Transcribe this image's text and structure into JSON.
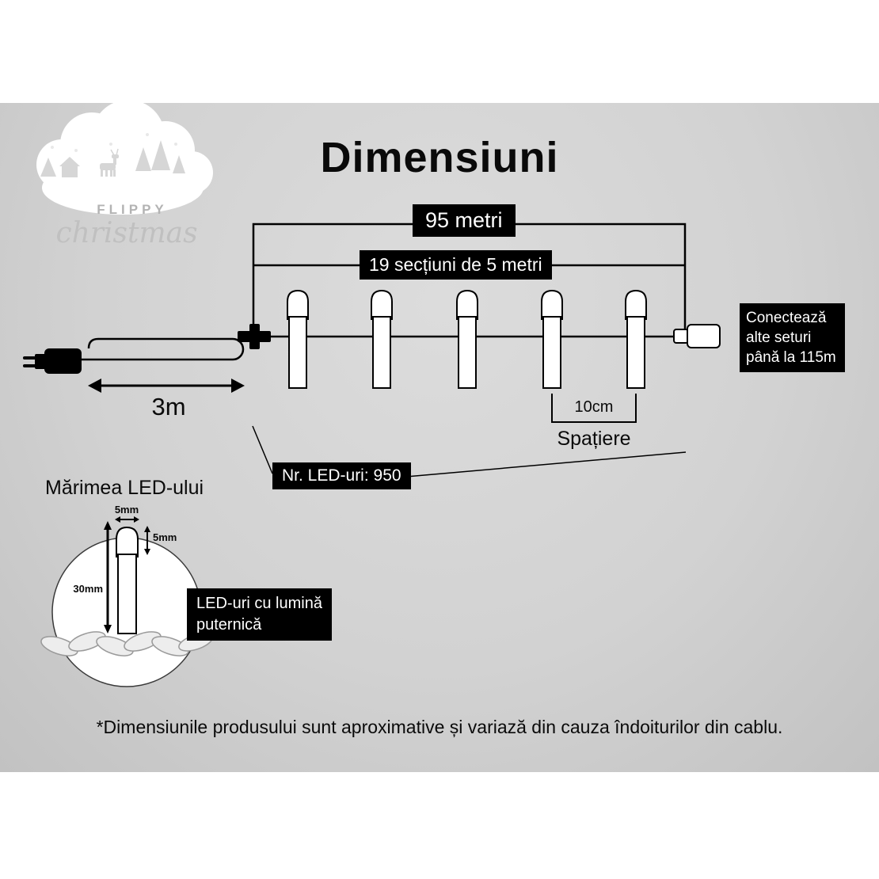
{
  "page": {
    "title": "Dimensiuni",
    "footnote": "*Dimensiunile produsului sunt aproximative și variază din cauza îndoiturilor din cablu."
  },
  "logo": {
    "name": "FLIPPY",
    "script": "christmas"
  },
  "string": {
    "total_length": "95 metri",
    "sections": "19 secțiuni de 5 metri",
    "lead": "3m",
    "connect": "Conectează\nalte seturi\npână la 115m",
    "spacing_value": "10cm",
    "spacing_caption": "Spațiere",
    "led_count": "Nr. LED-uri: 950"
  },
  "detail": {
    "title": "Mărimea LED-ului",
    "width": "5mm",
    "tip": "5mm",
    "length": "30mm",
    "note": "LED-uri cu lumină\nputernică"
  },
  "colors": {
    "label_bg": "#000000",
    "label_text": "#ffffff",
    "background_gray": "#d2d2d2"
  }
}
